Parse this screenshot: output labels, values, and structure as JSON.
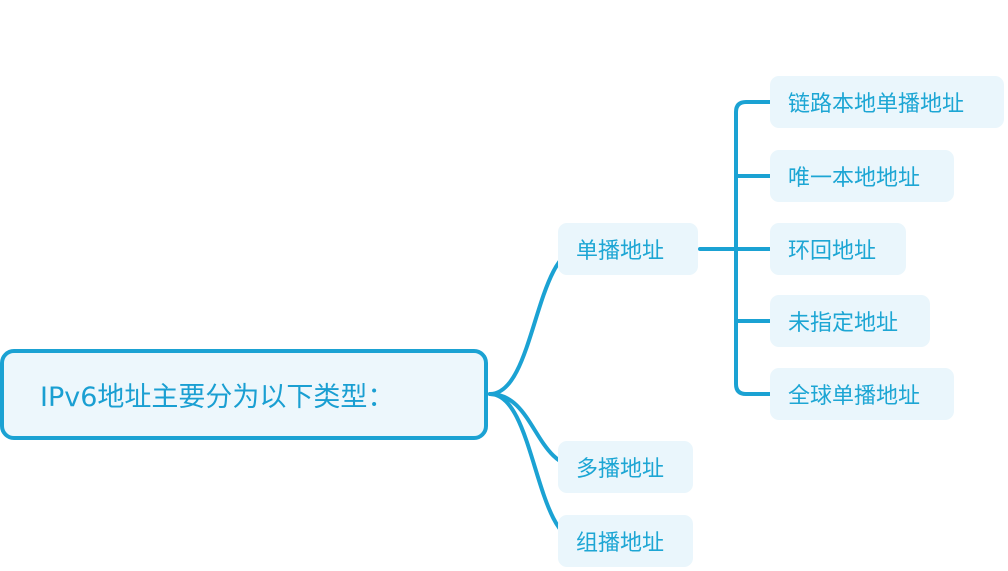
{
  "diagram": {
    "root": {
      "label": "IPv6地址主要分为以下类型："
    },
    "branches": [
      {
        "label": "单播地址",
        "children": [
          {
            "label": "链路本地单播地址"
          },
          {
            "label": "唯一本地地址"
          },
          {
            "label": "环回地址"
          },
          {
            "label": "未指定地址"
          },
          {
            "label": "全球单播地址"
          }
        ]
      },
      {
        "label": "多播地址",
        "children": []
      },
      {
        "label": "组播地址",
        "children": []
      }
    ],
    "colors": {
      "line": "#1ba2d3",
      "text": "#1da6d4",
      "node_fill": "#eaf6fc",
      "root_border": "#1ba2d3"
    }
  }
}
